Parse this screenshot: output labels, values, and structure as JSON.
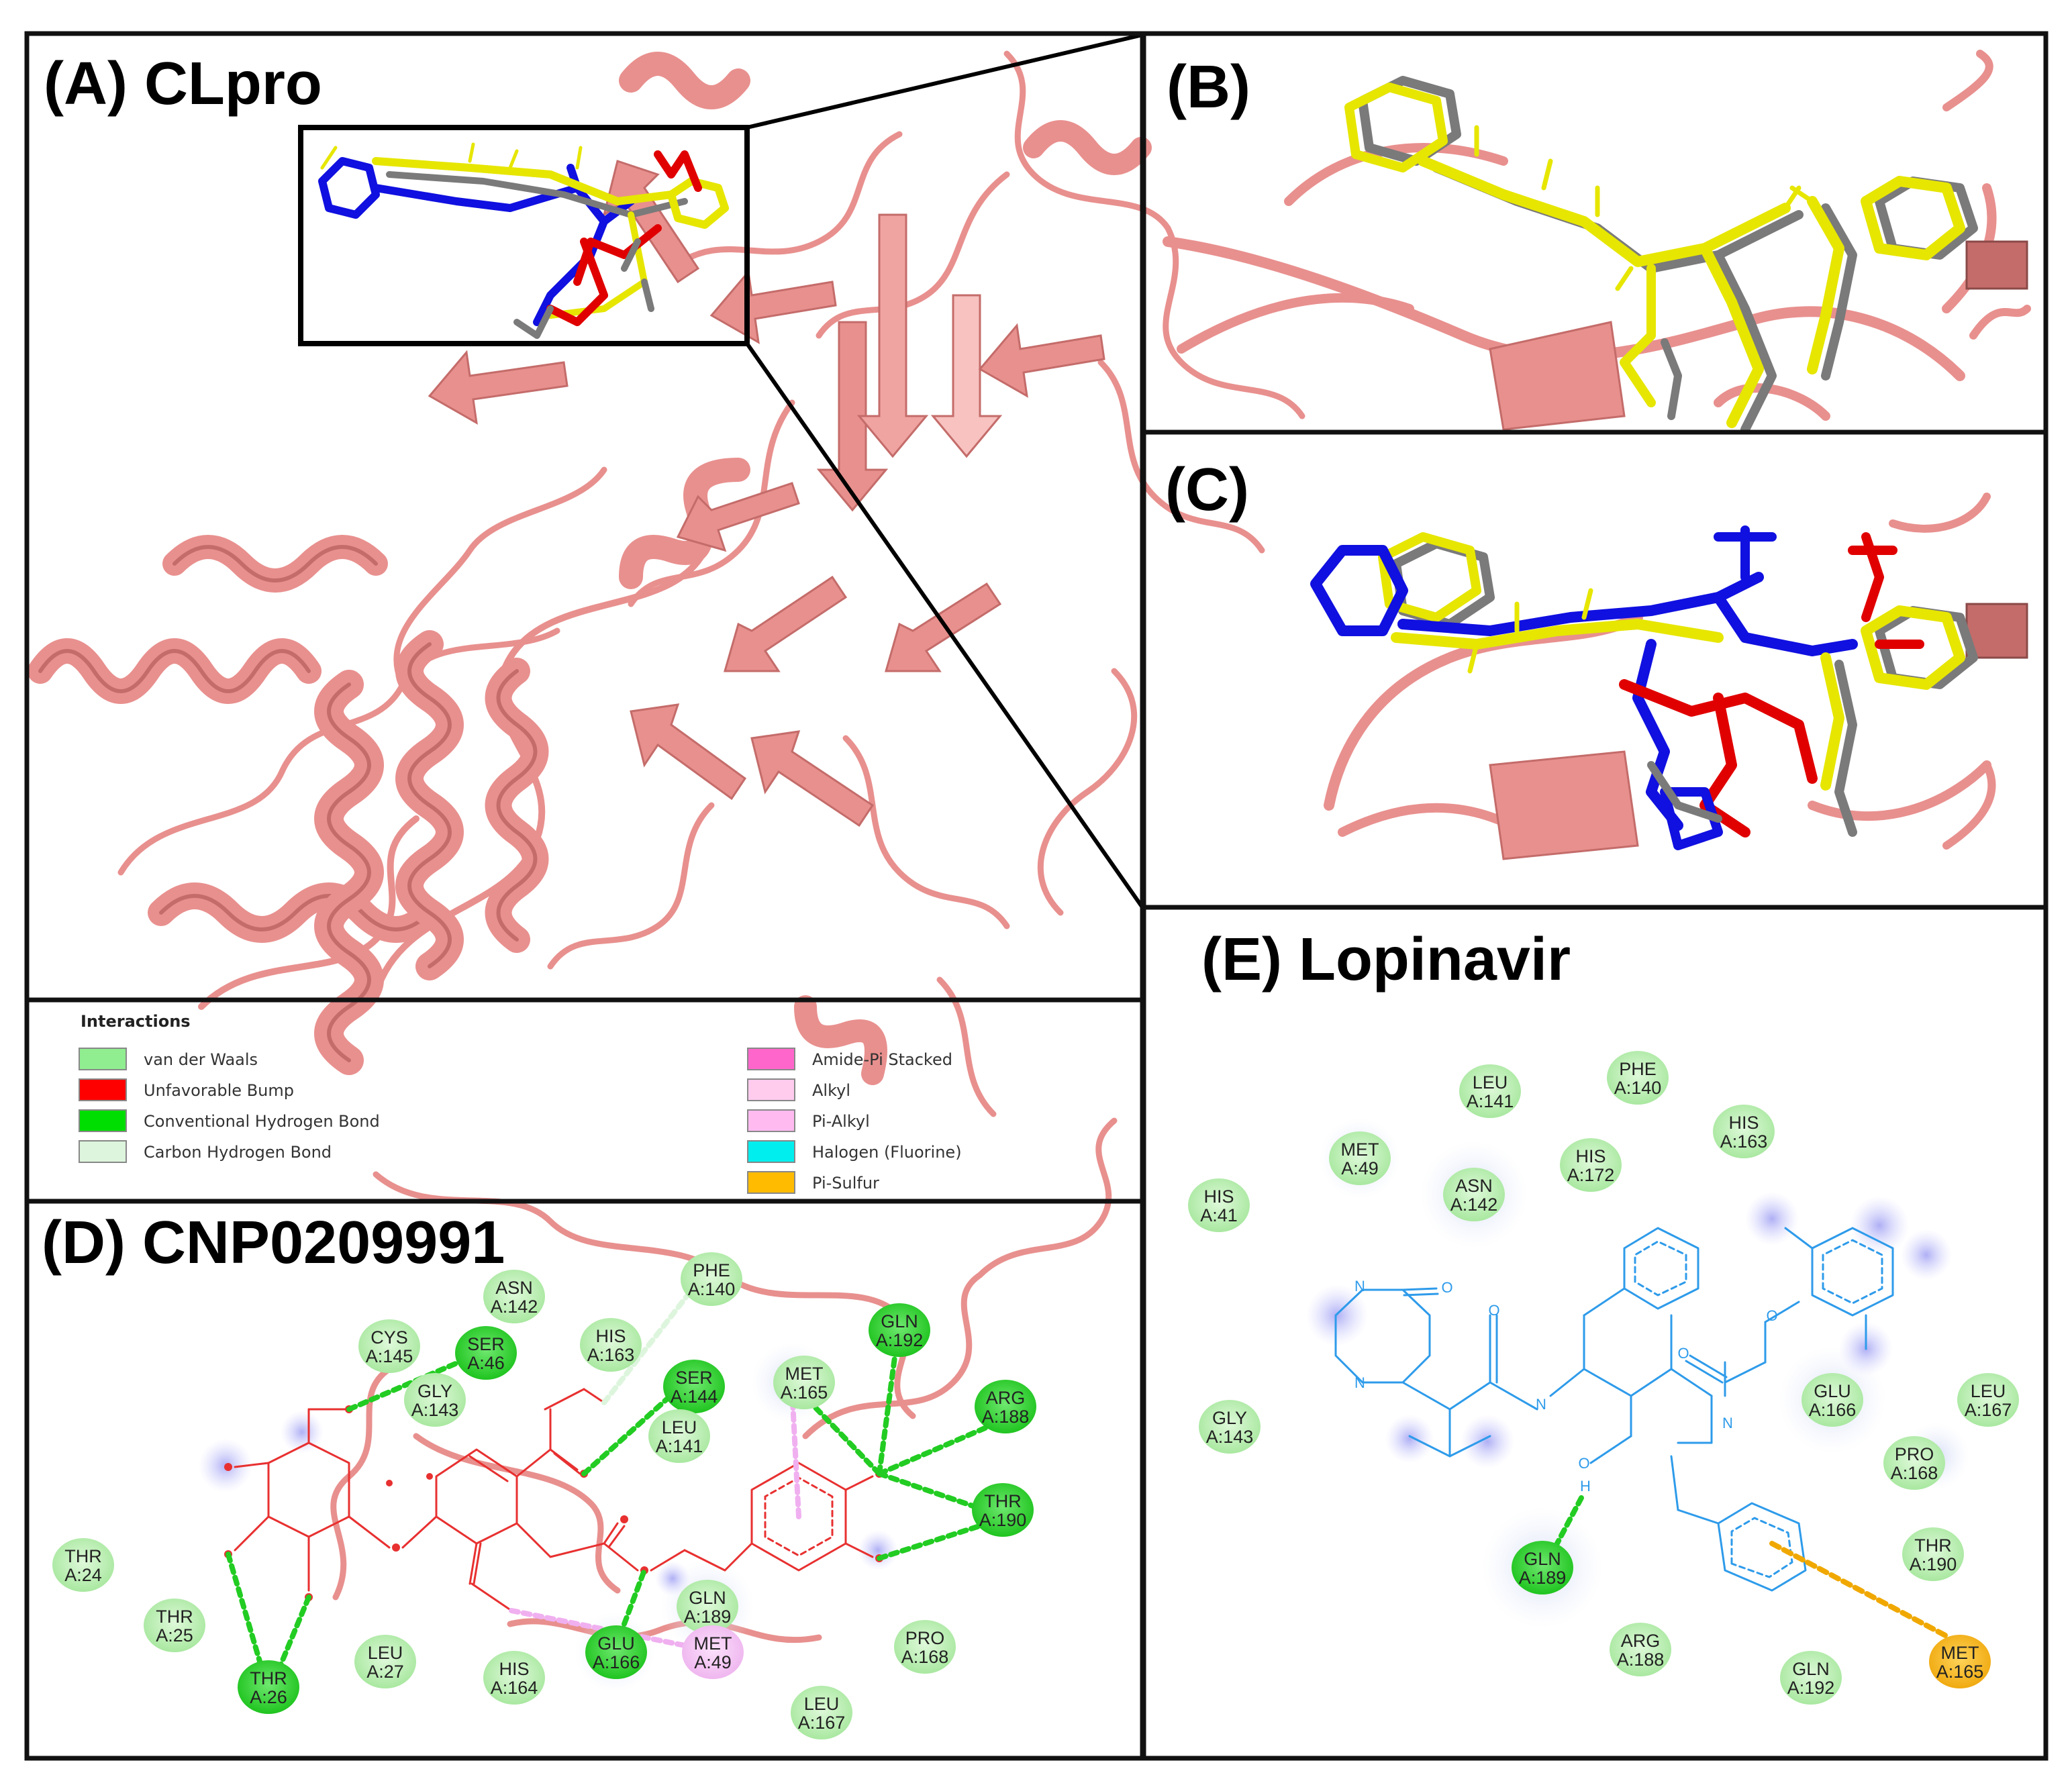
{
  "panels": {
    "a": {
      "label": "(A) CLpro"
    },
    "b": {
      "label": "(B)"
    },
    "c": {
      "label": "(C)"
    },
    "d": {
      "label": "(D) CNP0209991"
    },
    "e": {
      "label": "(E) Lopinavir"
    }
  },
  "legend": {
    "title": "Interactions",
    "items": [
      {
        "label": "van der Waals",
        "color": "#90EE90"
      },
      {
        "label": "Unfavorable Bump",
        "color": "#FF0000"
      },
      {
        "label": "Conventional Hydrogen Bond",
        "color": "#00DD00"
      },
      {
        "label": "Carbon Hydrogen Bond",
        "color": "#DDF5DD"
      },
      {
        "label": "Amide-Pi Stacked",
        "color": "#FF66CC"
      },
      {
        "label": "Alkyl",
        "color": "#FFCCEE"
      },
      {
        "label": "Pi-Alkyl",
        "color": "#FFBBF0"
      },
      {
        "label": "Halogen (Fluorine)",
        "color": "#00EEEE"
      },
      {
        "label": "Pi-Sulfur",
        "color": "#FFBB00"
      }
    ]
  },
  "residues_d": [
    {
      "res": "ASN",
      "num": "A:142",
      "type": "vdw"
    },
    {
      "res": "CYS",
      "num": "A:145",
      "type": "vdw"
    },
    {
      "res": "SER",
      "num": "A:46",
      "type": "hbond"
    },
    {
      "res": "HIS",
      "num": "A:163",
      "type": "vdw"
    },
    {
      "res": "PHE",
      "num": "A:140",
      "type": "vdw"
    },
    {
      "res": "GLN",
      "num": "A:192",
      "type": "hbond"
    },
    {
      "res": "GLY",
      "num": "A:143",
      "type": "vdw"
    },
    {
      "res": "SER",
      "num": "A:144",
      "type": "hbond"
    },
    {
      "res": "MET",
      "num": "A:165",
      "type": "vdw"
    },
    {
      "res": "ARG",
      "num": "A:188",
      "type": "hbond"
    },
    {
      "res": "LEU",
      "num": "A:141",
      "type": "vdw"
    },
    {
      "res": "THR",
      "num": "A:190",
      "type": "hbond"
    },
    {
      "res": "THR",
      "num": "A:24",
      "type": "vdw"
    },
    {
      "res": "THR",
      "num": "A:25",
      "type": "vdw"
    },
    {
      "res": "GLN",
      "num": "A:189",
      "type": "vdw"
    },
    {
      "res": "LEU",
      "num": "A:27",
      "type": "vdw"
    },
    {
      "res": "HIS",
      "num": "A:164",
      "type": "vdw"
    },
    {
      "res": "GLU",
      "num": "A:166",
      "type": "hbond"
    },
    {
      "res": "MET",
      "num": "A:49",
      "type": "alkyl"
    },
    {
      "res": "PRO",
      "num": "A:168",
      "type": "vdw"
    },
    {
      "res": "THR",
      "num": "A:26",
      "type": "hbond"
    },
    {
      "res": "LEU",
      "num": "A:167",
      "type": "vdw"
    }
  ],
  "residues_e": [
    {
      "res": "LEU",
      "num": "A:141",
      "type": "vdw"
    },
    {
      "res": "PHE",
      "num": "A:140",
      "type": "vdw"
    },
    {
      "res": "HIS",
      "num": "A:163",
      "type": "vdw"
    },
    {
      "res": "MET",
      "num": "A:49",
      "type": "vdw"
    },
    {
      "res": "HIS",
      "num": "A:172",
      "type": "vdw"
    },
    {
      "res": "ASN",
      "num": "A:142",
      "type": "vdw"
    },
    {
      "res": "HIS",
      "num": "A:41",
      "type": "vdw"
    },
    {
      "res": "GLY",
      "num": "A:143",
      "type": "vdw"
    },
    {
      "res": "GLU",
      "num": "A:166",
      "type": "vdw"
    },
    {
      "res": "LEU",
      "num": "A:167",
      "type": "vdw"
    },
    {
      "res": "PRO",
      "num": "A:168",
      "type": "vdw"
    },
    {
      "res": "THR",
      "num": "A:190",
      "type": "vdw"
    },
    {
      "res": "GLN",
      "num": "A:189",
      "type": "hbond"
    },
    {
      "res": "ARG",
      "num": "A:188",
      "type": "vdw"
    },
    {
      "res": "GLN",
      "num": "A:192",
      "type": "vdw"
    },
    {
      "res": "MET",
      "num": "A:165",
      "type": "pisulfur"
    }
  ],
  "atoms": {
    "n": "N",
    "o": "O",
    "h": "H"
  },
  "colors": {
    "ribbon": "#E8908E",
    "ribbon_dark": "#C46C6A",
    "ligand_yellow": "#F0F000",
    "ligand_gray": "#7A7A7A",
    "ligand_blue": "#1010E0",
    "ligand_red": "#E00000",
    "cnp_structure": "#E83030",
    "lopinavir_structure": "#2E9BEA",
    "hbond_line": "#22CC22",
    "alkyl_line": "#F0B0F0",
    "pisulfur_line": "#F0A800",
    "vdw": "#B8F0B0",
    "hbond": "#33D633"
  }
}
